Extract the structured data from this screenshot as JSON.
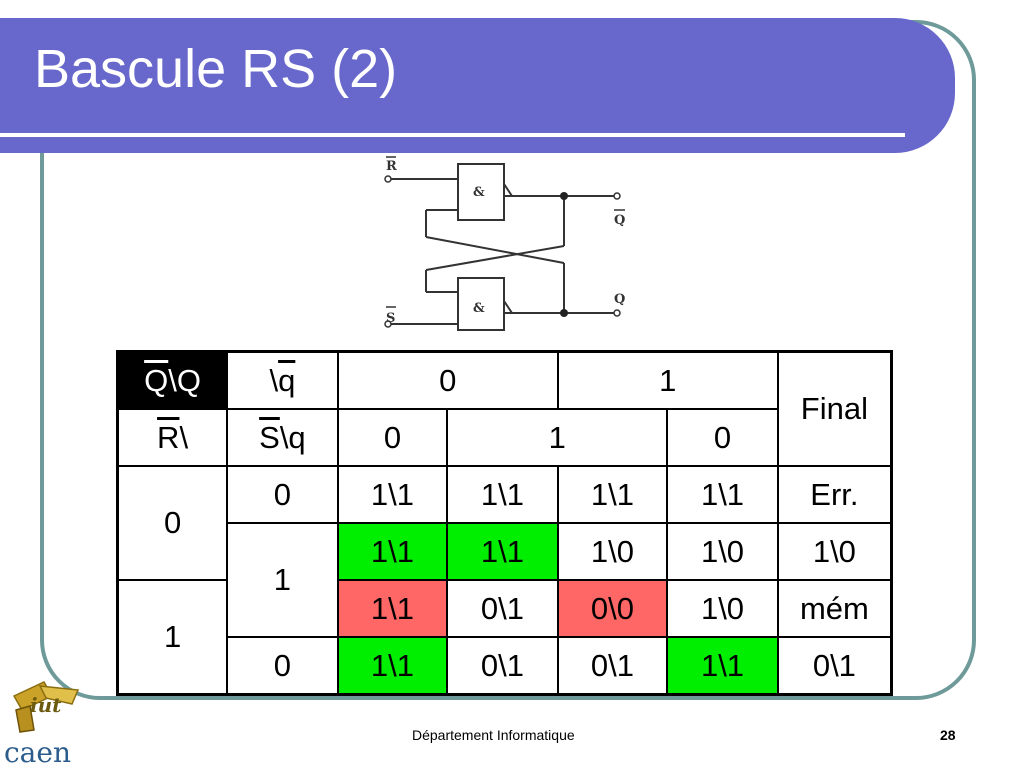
{
  "slide": {
    "title": "Bascule RS (2)",
    "footer_center": "Département Informatique",
    "page_number": "28"
  },
  "logo": {
    "text_top": "iut",
    "text_bottom": "caen"
  },
  "circuit": {
    "input_top": "R",
    "input_bottom": "S",
    "output_top": "Q",
    "output_bottom": "Q",
    "gate_top": "&",
    "gate_bottom": "&"
  },
  "table": {
    "header1": {
      "corner_bar": "Q",
      "corner_rest": "\\Q",
      "q_pre": "\\",
      "q_bar": "q",
      "col0": "0",
      "col1": "1",
      "final": "Final"
    },
    "header2": {
      "r_bar": "R",
      "r_rest": "\\",
      "s_bar": "S",
      "s_rest": "\\q",
      "c0": "0",
      "c1": "1",
      "c2": "0"
    },
    "rows": [
      {
        "r": "0",
        "s": "0",
        "cells": [
          "1\\1",
          "1\\1",
          "1\\1",
          "1\\1"
        ],
        "final": "Err."
      },
      {
        "s": "1",
        "cells": [
          "1\\1",
          "1\\1",
          "1\\0",
          "1\\0"
        ],
        "final": "1\\0"
      },
      {
        "r": "1",
        "cells": [
          "1\\1",
          "0\\1",
          "0\\0",
          "1\\0"
        ],
        "final": "mém"
      },
      {
        "s": "0",
        "cells": [
          "1\\1",
          "0\\1",
          "0\\1",
          "1\\1"
        ],
        "final": "0\\1"
      }
    ],
    "colors": {
      "green": "#00ee00",
      "red": "#ff6666"
    }
  }
}
